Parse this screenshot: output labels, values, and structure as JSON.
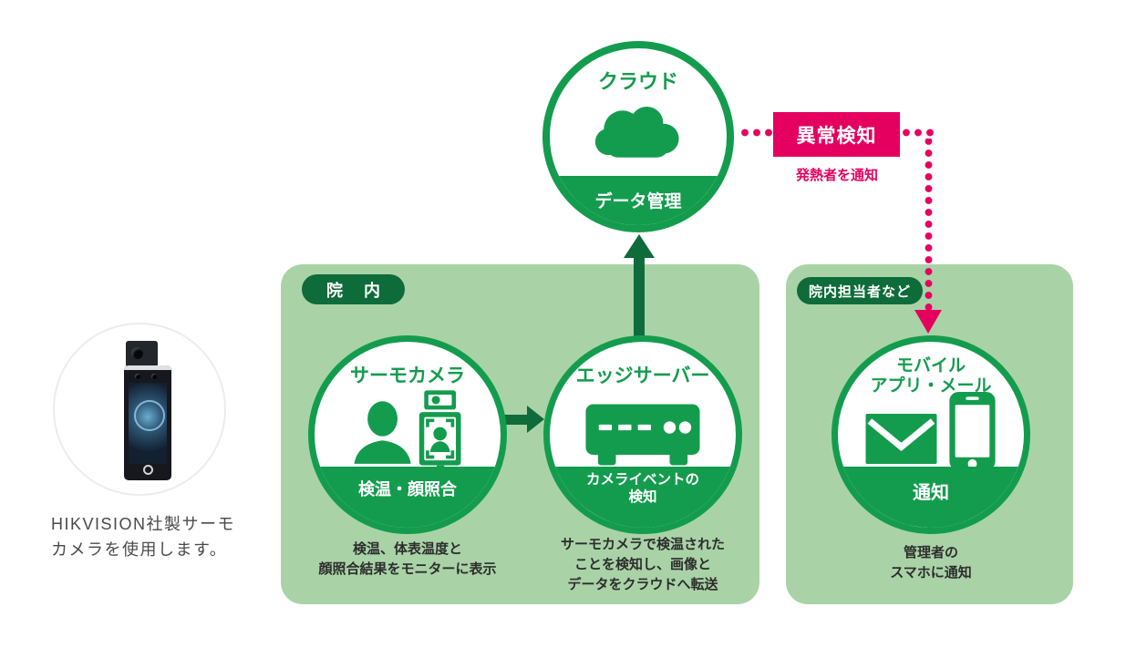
{
  "colors": {
    "green": "#149c4e",
    "dark_green": "#0e6b3a",
    "light_green": "#a9d3a7",
    "pink": "#e5005f",
    "text_dark": "#2d2d2d",
    "caption_gray": "#4a4a4a"
  },
  "photo": {
    "icon": "thermo-camera-device-photo",
    "caption_line1": "HIKVISION社製サーモ",
    "caption_line2": "カメラを使用します。"
  },
  "cloud": {
    "title": "クラウド",
    "icon": "cloud-icon",
    "caption": "データ管理"
  },
  "alert": {
    "label": "異常検知",
    "sub_label": "発熱者を通知"
  },
  "panel_hospital": {
    "label": "院 内",
    "thermo": {
      "title": "サーモカメラ",
      "icon": "person-and-monitor-icon",
      "caption": "検温・顔照合",
      "desc_line1": "検温、体表温度と",
      "desc_line2": "顔照合結果をモニターに表示"
    },
    "edge": {
      "title": "エッジサーバー",
      "icon": "server-icon",
      "caption_line1": "カメライベントの",
      "caption_line2": "検知",
      "desc_line1": "サーモカメラで検温された",
      "desc_line2": "ことを検知し、画像と",
      "desc_line3": "データをクラウドへ転送"
    }
  },
  "panel_staff": {
    "label": "院内担当者など",
    "mobile": {
      "title_line1": "モバイル",
      "title_line2": "アプリ・メール",
      "icons": {
        "mail": "mail-icon",
        "smartphone": "smartphone-icon"
      },
      "caption": "通知",
      "desc_line1": "管理者の",
      "desc_line2": "スマホに通知"
    }
  }
}
